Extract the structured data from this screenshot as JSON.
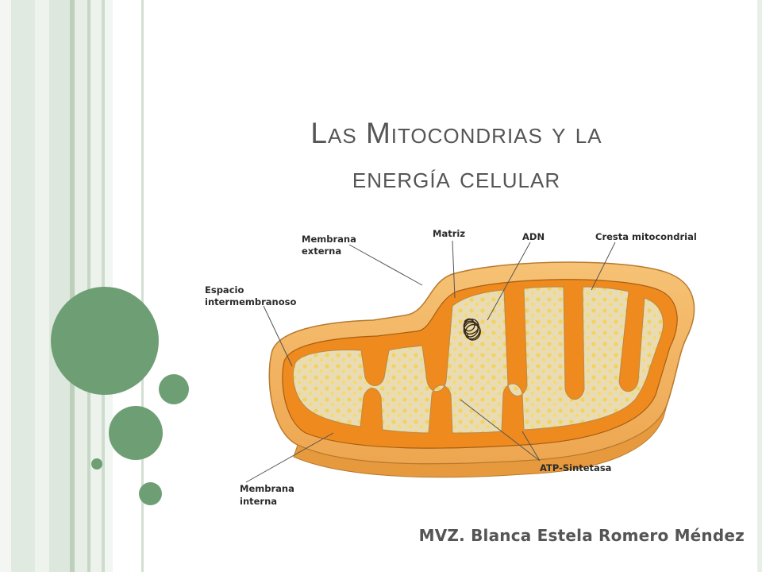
{
  "slide": {
    "title_line1": "Las Mitocondrias y la",
    "title_line2": "energía celular",
    "author": "MVZ. Blanca Estela Romero Méndez"
  },
  "diagram": {
    "labels": {
      "membrana_externa_1": "Membrana",
      "membrana_externa_2": "externa",
      "matriz": "Matriz",
      "adn": "ADN",
      "cresta": "Cresta mitocondrial",
      "espacio_1": "Espacio",
      "espacio_2": "intermembranoso",
      "membrana_interna_1": "Membrana",
      "membrana_interna_2": "interna",
      "atp": "ATP-Sintetasa"
    }
  },
  "colors": {
    "accent_green": "#6e9e74",
    "stripe_light": "#e2ebe2",
    "outer_membrane": "#f0b35a",
    "inner_membrane": "#ee8a1e",
    "matrix": "#e8dcb6",
    "granule": "#f3d35c"
  }
}
